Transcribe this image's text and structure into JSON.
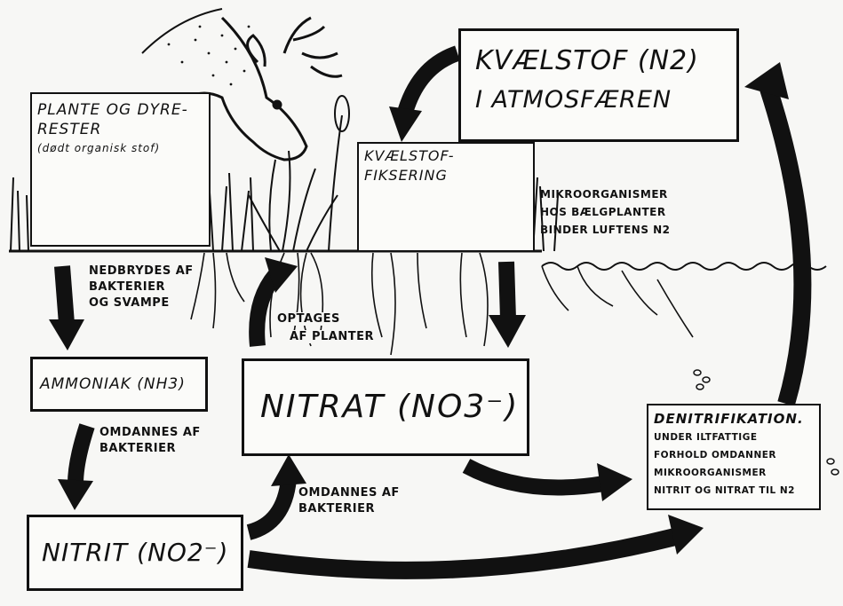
{
  "boxes": {
    "atmosphere_line1": "KVÆLSTOF (N2)",
    "atmosphere_line2": "I ATMOSFÆREN",
    "plant_remains_line1": "PLANTE OG DYRE-",
    "plant_remains_line2": "RESTER",
    "plant_remains_line3": "(dødt organisk stof)",
    "ammonia": "AMMONIAK (NH3)",
    "nitrate": "NITRAT (NO3⁻)",
    "nitrite": "NITRIT (NO2⁻)",
    "fixation_line1": "KVÆLSTOF-",
    "fixation_line2": "FIKSERING",
    "denitrification_title": "DENITRIFIKATION.",
    "denitrification_line1": "UNDER ILTFATTIGE",
    "denitrification_line2": "FORHOLD OMDANNER",
    "denitrification_line3": "MIKROORGANISMER",
    "denitrification_line4": "NITRIT OG NITRAT TIL N2"
  },
  "labels": {
    "decomposed_line1": "NEDBRYDES AF",
    "decomposed_line2": "BAKTERIER",
    "decomposed_line3": "OG SVAMPE",
    "converted1_line1": "OMDANNES AF",
    "converted1_line2": "BAKTERIER",
    "converted2_line1": "OMDANNES AF",
    "converted2_line2": "BAKTERIER",
    "uptake_line1": "OPTAGES",
    "uptake_line2": "AF PLANTER",
    "microbes_line1": "MIKROORGANISMER",
    "microbes_line2": "HOS BÆLGPLANTER",
    "microbes_line3": "BINDER LUFTENS N2"
  },
  "colors": {
    "ink": "#111111",
    "paper": "#f7f7f5",
    "box_fill": "#fbfbf9"
  }
}
